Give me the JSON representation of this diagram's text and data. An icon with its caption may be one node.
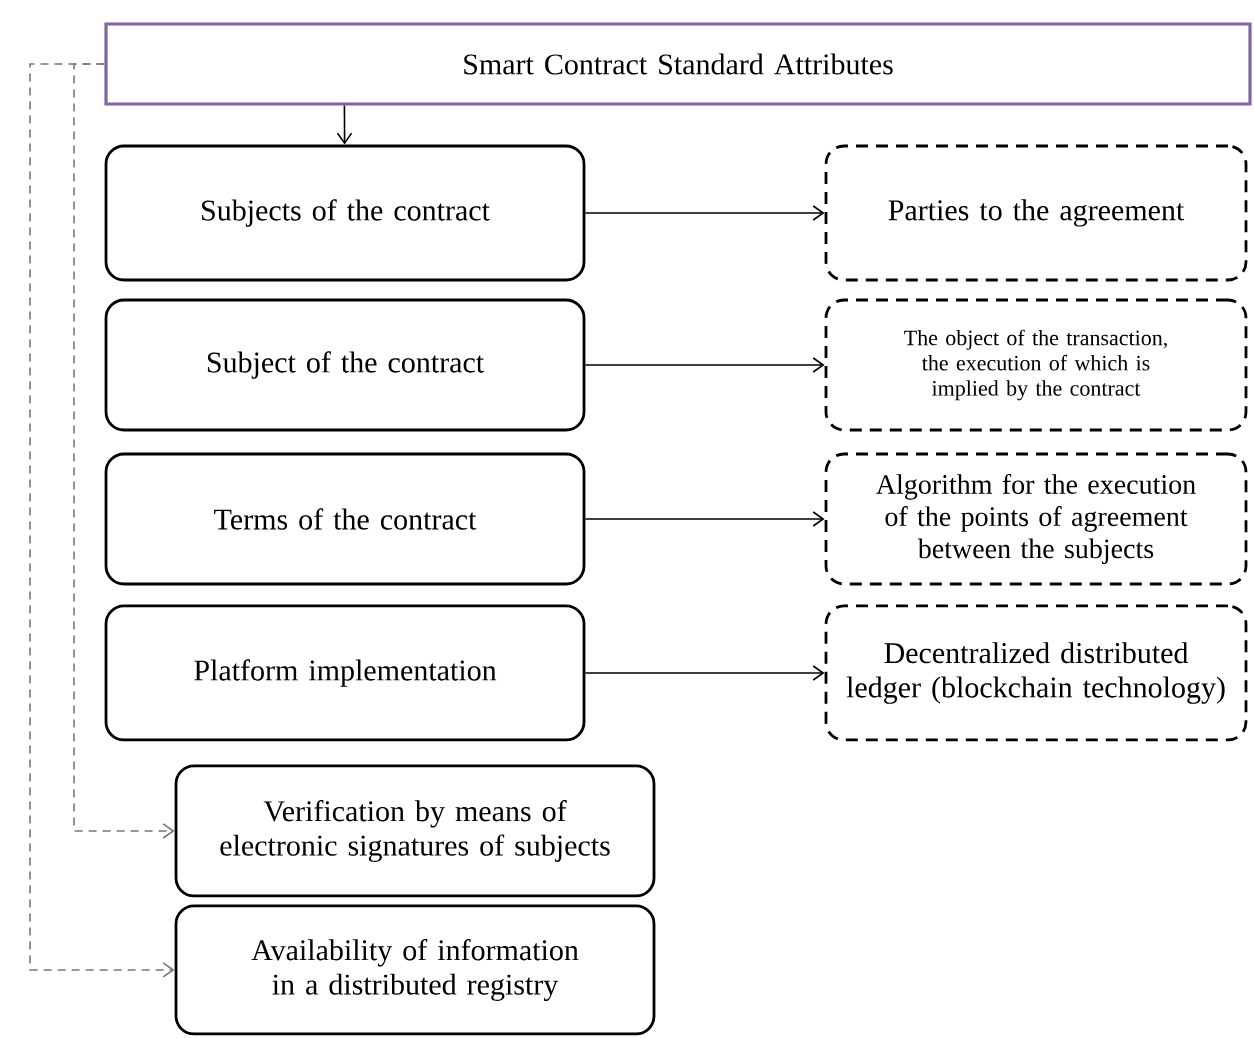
{
  "diagram": {
    "nodes": [
      {
        "text": [
          "Smart Contract Standard Attributes"
        ]
      },
      {
        "text": [
          "Subjects of the contract"
        ]
      },
      {
        "text": [
          "Subject of the contract"
        ]
      },
      {
        "text": [
          "Terms of the contract"
        ]
      },
      {
        "text": [
          "Platform implementation"
        ]
      },
      {
        "text": [
          "Parties to the agreement"
        ]
      },
      {
        "text": [
          "The object of the transaction, the execution of which is implied by the contract"
        ]
      },
      {
        "text": [
          "Algorithm for the execution of the points of agreement between the subjects"
        ]
      },
      {
        "text": [
          "Decentralized distributed ledger (blockchain technology)"
        ]
      },
      {
        "text": [
          "Verification by means of electronic signatures of subjects"
        ]
      },
      {
        "text": [
          "Availability of information in a distributed registry"
        ]
      }
    ],
    "edges": [
      {
        "from": 0,
        "to": 1,
        "arrow": "to"
      },
      {
        "from": 1,
        "to": 5,
        "arrow": "to"
      },
      {
        "from": 2,
        "to": 6,
        "arrow": "to"
      },
      {
        "from": 3,
        "to": 7,
        "arrow": "to"
      },
      {
        "from": 4,
        "to": 8,
        "arrow": "to"
      },
      {
        "from": 0,
        "to": 9,
        "arrow": "to",
        "style": "dashed",
        "color": "#777777"
      },
      {
        "from": 0,
        "to": 10,
        "arrow": "to",
        "style": "dashed",
        "color": "#777777"
      }
    ]
  }
}
